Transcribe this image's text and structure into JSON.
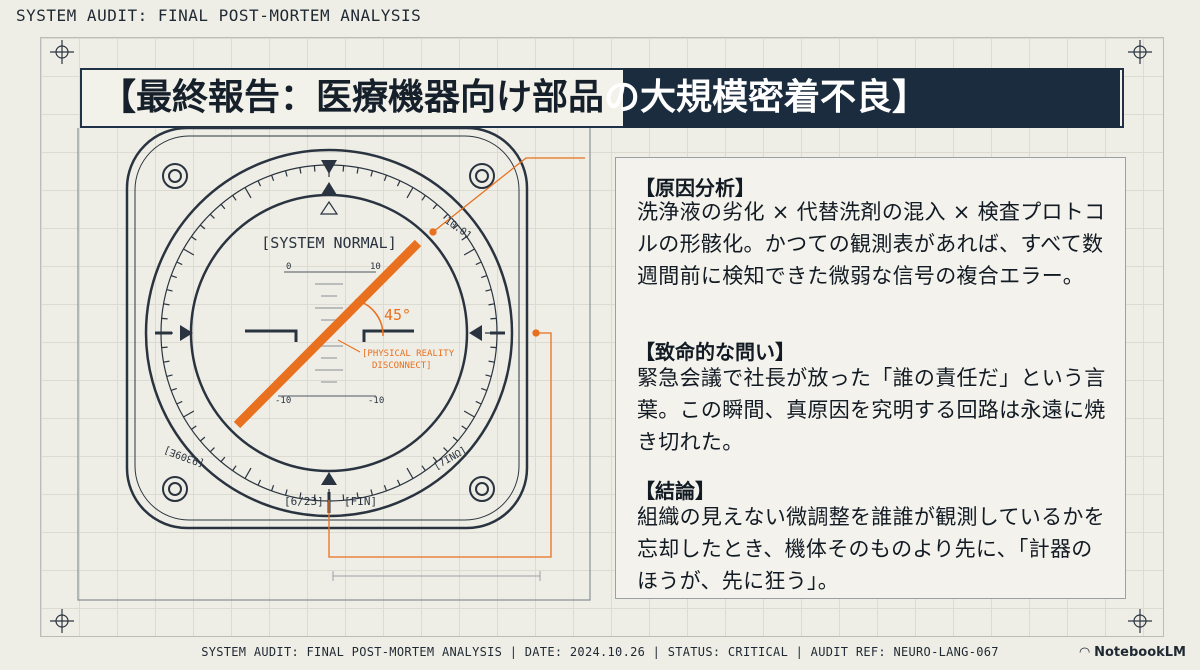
{
  "header": {
    "label": "SYSTEM AUDIT: FINAL POST-MORTEM ANALYSIS"
  },
  "title": {
    "dark_part": "【最終報告：医療機器向け部品",
    "light_part": "の大規模密着不良】"
  },
  "gauge": {
    "status_label": "[SYSTEM NORMAL]",
    "scale_top_left": "0",
    "scale_top_right": "10",
    "scale_bottom_left": "-10",
    "scale_bottom_right": "-10",
    "angle_label": "45°",
    "annotation_line1": "[PHYSICAL REALITY",
    "annotation_line2": "DISCONNECT]",
    "bezel_left": "[9309E]",
    "bezel_right": "[7INΩ]",
    "bezel_bottom_left": "[6/23]",
    "bezel_bottom_right": "[FIN]",
    "bezel_top_right": "10.01"
  },
  "panel": {
    "cause_head": "【原因分析】",
    "cause_body": "洗浄液の劣化 × 代替洗剤の混入 × 検査プロトコルの形骸化。かつての観測表があれば、すべて数週間前に検知できた微弱な信号の複合エラー。",
    "question_head": "【致命的な問い】",
    "question_body": "緊急会議で社長が放った「誰の責任だ」という言葉。この瞬間、真原因を究明する回路は永遠に焼き切れた。",
    "conclusion_head": "【結論】",
    "conclusion_body": "組織の見えない微調整を誰誰が観測しているかを忘却したとき、機体そのものより先に、「計器のほうが、先に狂う」。"
  },
  "footer": {
    "text": "SYSTEM AUDIT: FINAL POST-MORTEM ANALYSIS | DATE: 2024.10.26 | STATUS: CRITICAL | AUDIT REF: NEURO-LANG-067",
    "brand": "NotebookLM"
  },
  "colors": {
    "accent": "#e8701f",
    "navy": "#1c2c3f",
    "ink": "#2a3440"
  }
}
